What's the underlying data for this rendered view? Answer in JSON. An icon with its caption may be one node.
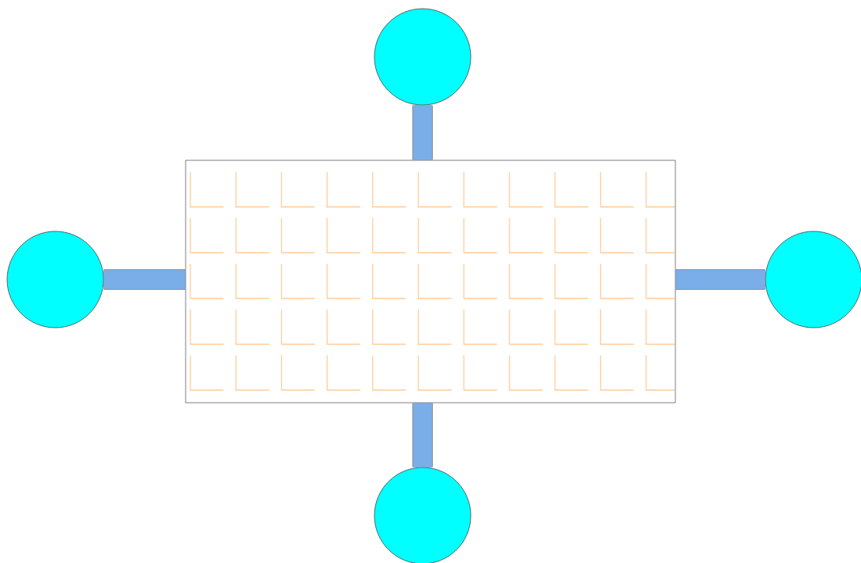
{
  "diagram": {
    "nodes": [
      {
        "text": [],
        "shape": "circle"
      },
      {
        "text": [],
        "shape": "circle"
      },
      {
        "text": [],
        "shape": "box"
      },
      {
        "text": [],
        "shape": "circle"
      },
      {
        "text": [],
        "shape": "circle"
      }
    ],
    "edges": [
      {
        "from": 0,
        "to": 2,
        "arrow": "none"
      },
      {
        "from": 1,
        "to": 2,
        "arrow": "none"
      },
      {
        "from": 2,
        "to": 3,
        "arrow": "none"
      },
      {
        "from": 2,
        "to": 4,
        "arrow": "none"
      }
    ]
  }
}
